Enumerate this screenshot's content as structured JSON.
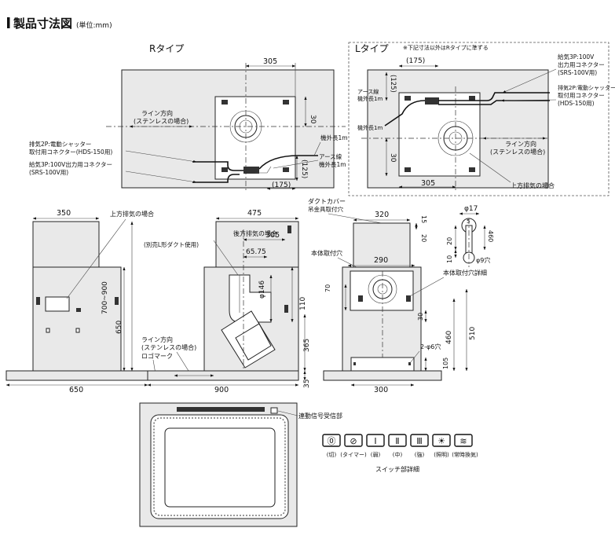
{
  "heading": {
    "main": "製品寸法図",
    "unit": "(単位:mm)"
  },
  "r_type": {
    "title": "Rタイプ",
    "line_direction": "ライン方向",
    "line_direction_sub": "(ステンレスの場合)",
    "dim_305": "305",
    "dim_30": "30",
    "dim_125": "(125)",
    "dim_175": "(175)",
    "cord_out": "機外長1m",
    "earth_line1": "アース線",
    "earth_line2": "機外長1m",
    "exhaust_2p_line1": "排気2P:電動シャッター",
    "exhaust_2p_line2": "取付用コネクター(HDS-150用)",
    "supply_3p_line1": "給気3P:100V出力用コネクター",
    "supply_3p_line2": "(SRS-100V用)"
  },
  "l_type": {
    "title": "Lタイプ",
    "note": "※下記寸法以外はRタイプに準ずる",
    "dim_175": "(175)",
    "dim_125": "(125)",
    "dim_30": "30",
    "dim_305": "305",
    "earth_line1": "アース線",
    "earth_line2": "機外長1m",
    "cord_out": "機外長1m",
    "supply_line1": "給気3P:100V",
    "supply_line2": "出力用コネクター",
    "supply_line3": "(SRS-100V用)",
    "exhaust_line1": "排気2P:電動シャッター",
    "exhaust_line2": "取付用コネクター",
    "exhaust_line3": "(HDS-150用)",
    "line_direction": "ライン方向",
    "line_direction_sub": "(ステンレスの場合)",
    "top_exhaust": "上方排気の場合"
  },
  "side_view": {
    "dim_350": "350",
    "top_exhaust": "上方排気の場合",
    "dim_range": "700~900",
    "dim_650_h": "650",
    "dim_650_w": "650"
  },
  "front_view": {
    "dim_475": "475",
    "rear_exhaust_line1": "後方排気の場合",
    "rear_exhaust_line2": "(別売L形ダクト使用)",
    "dim_305": "305",
    "dim_6575": "65.75",
    "dim_phi146": "φ146",
    "dim_110": "110",
    "dim_365": "365",
    "dim_35": "35",
    "dim_900": "900",
    "line_direction": "ライン方向",
    "line_direction_sub": "(ステンレスの場合)",
    "logo_mark": "ロゴマーク"
  },
  "rear_view": {
    "duct_cover_line1": "ダクトカバー",
    "duct_cover_line2": "吊金具取付穴",
    "dim_320": "320",
    "dim_15": "15",
    "dim_20": "20",
    "body_hole": "本体取付穴",
    "dim_290": "290",
    "dim_70": "70",
    "dim_30": "30",
    "dim_460": "460",
    "dim_510": "510",
    "hole_2phi6": "2-φ6穴",
    "dim_105": "105",
    "dim_300": "300"
  },
  "hole_detail": {
    "phi17": "φ17",
    "dim_5": "5",
    "dim_20": "20",
    "dim_10": "10",
    "dim_460": "460",
    "phi9": "φ9穴",
    "title": "本体取付穴詳細"
  },
  "switch_panel": {
    "receiver_label": "連動信号受信部",
    "caption": "スイッチ部詳細",
    "buttons": [
      {
        "glyph": "⓪",
        "label": "(切)"
      },
      {
        "glyph": "⊘",
        "label": "(タイマー)"
      },
      {
        "glyph": "Ⅰ",
        "label": "(弱)"
      },
      {
        "glyph": "Ⅱ",
        "label": "(中)"
      },
      {
        "glyph": "Ⅲ",
        "label": "(強)"
      },
      {
        "glyph": "☀",
        "label": "(照明)"
      },
      {
        "glyph": "≋",
        "label": "(常時換気)"
      }
    ]
  }
}
